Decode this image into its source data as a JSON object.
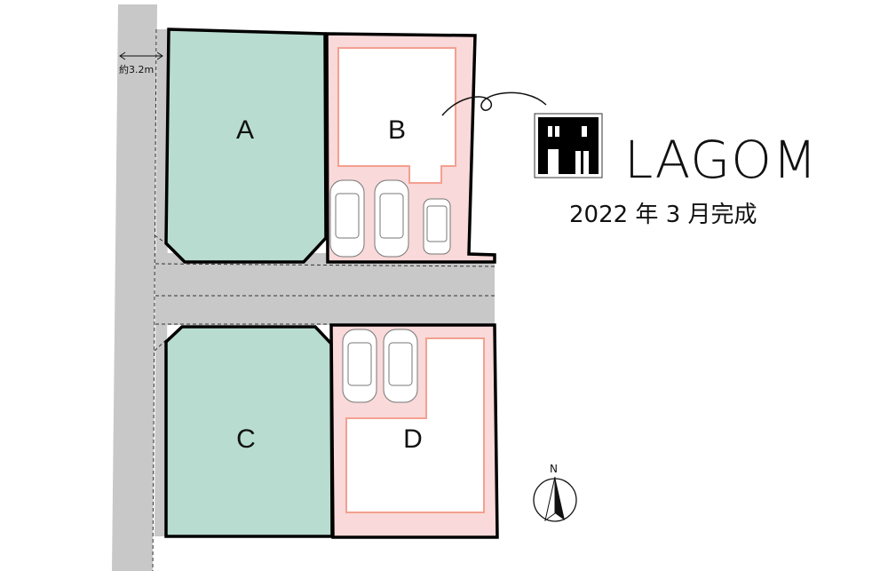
{
  "lots": [
    {
      "label": "A",
      "status_color": "#b8dcd0"
    },
    {
      "label": "B",
      "status_color": "#f9d9d9"
    },
    {
      "label": "C",
      "status_color": "#b8dcd0"
    },
    {
      "label": "D",
      "status_color": "#f9d9d9"
    }
  ],
  "road_width_label": "約3.2m",
  "brand": {
    "name": "LAGOM",
    "completion": "2022 年 3 月完成"
  },
  "compass": {
    "label": "N"
  },
  "colors": {
    "road": "#c8c8c8",
    "building_outline": "#f4a090"
  }
}
